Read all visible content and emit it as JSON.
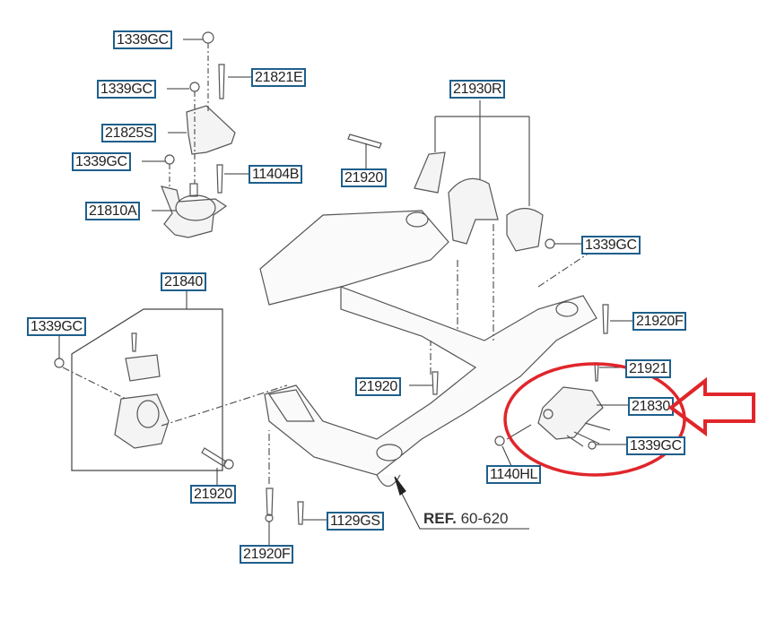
{
  "diagram": {
    "labels": [
      "1339GC",
      "21821E",
      "1339GC",
      "21825S",
      "1339GC",
      "11404B",
      "21810A",
      "21930R",
      "21920",
      "1339GC",
      "21840",
      "1339GC",
      "21920F",
      "21921",
      "21920",
      "21830",
      "1339GC",
      "1140HL",
      "21920",
      "1129GS",
      "21920F"
    ],
    "reference": {
      "prefix": "REF.",
      "code": "60-620"
    },
    "highlight": {
      "color": "#e0262b",
      "target_label": "21830"
    },
    "label_border_color": "#1f5f8b"
  }
}
